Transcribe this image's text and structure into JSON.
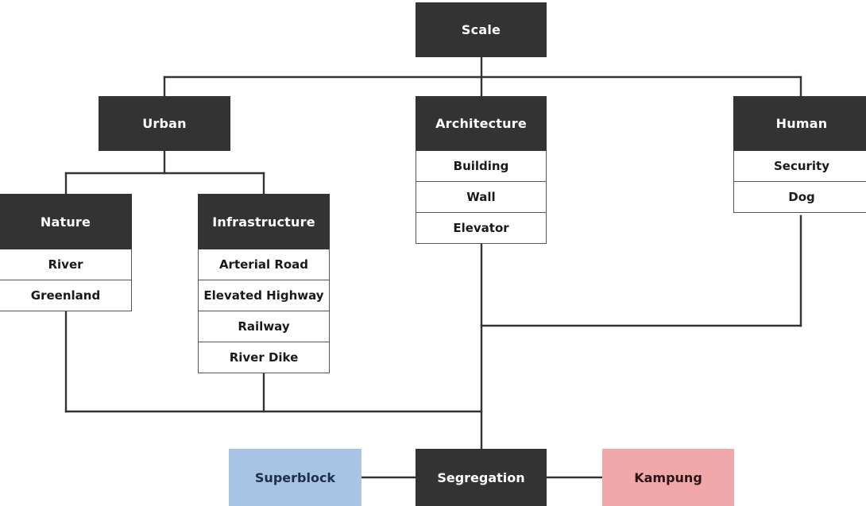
{
  "diagram": {
    "title": "Scale",
    "colors": {
      "dark": "#333333",
      "line": "#333333",
      "row_bg": "#ffffff",
      "row_text": "#1a1a1a",
      "header_text": "#ffffff",
      "superblock_bg": "#a8c4e5",
      "superblock_text": "#1f2f4a",
      "kampung_bg": "#f0a8ab",
      "kampung_text": "#2b1416",
      "background": "#ffffff"
    },
    "nodes": {
      "scale": {
        "label": "Scale",
        "rows": []
      },
      "urban": {
        "label": "Urban",
        "rows": []
      },
      "architecture": {
        "label": "Architecture",
        "rows": [
          "Building",
          "Wall",
          "Elevator"
        ]
      },
      "human": {
        "label": "Human",
        "rows": [
          "Security",
          "Dog"
        ]
      },
      "nature": {
        "label": "Nature",
        "rows": [
          "River",
          "Greenland"
        ]
      },
      "infrastructure": {
        "label": "Infrastructure",
        "rows": [
          "Arterial Road",
          "Elevated Highway",
          "Railway",
          "River Dike"
        ]
      },
      "segregation": {
        "label": "Segregation",
        "rows": []
      },
      "superblock": {
        "label": "Superblock"
      },
      "kampung": {
        "label": "Kampung"
      }
    }
  }
}
